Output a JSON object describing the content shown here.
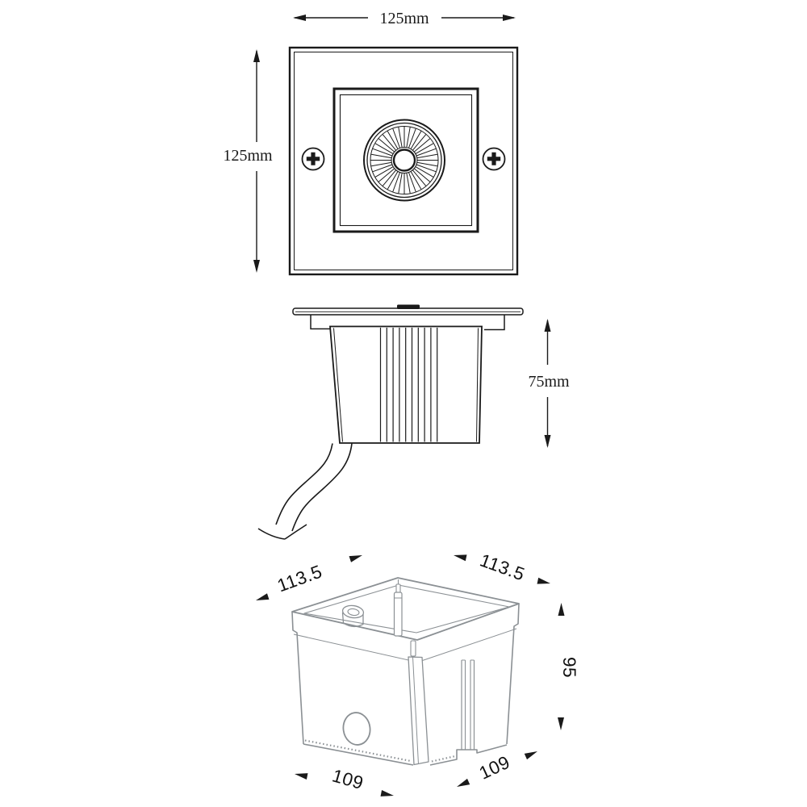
{
  "front_view": {
    "width_label": "125mm",
    "height_label": "125mm"
  },
  "side_view": {
    "depth_label": "75mm"
  },
  "box_view": {
    "top_left_label": "113.5",
    "top_right_label": "113.5",
    "height_label": "95",
    "bottom_left_label": "109",
    "bottom_right_label": "109"
  },
  "colors": {
    "ink": "#1a1a1a",
    "box_ink": "#8b9094",
    "background": "#ffffff"
  }
}
